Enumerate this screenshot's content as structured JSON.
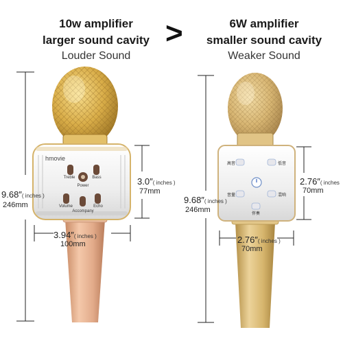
{
  "left": {
    "line1": "10w amplifier",
    "line2": "larger sound cavity",
    "line3": "Louder Sound",
    "brand": "hmovie",
    "buttons": [
      "Treble",
      "Bass",
      "Power",
      "Volume",
      "Echo",
      "Accompany"
    ],
    "height_in": "9.68″",
    "height_unit": "( inches )",
    "height_mm": "246mm",
    "head_in": "3.0″",
    "head_unit": "( inches )",
    "head_mm": "77mm",
    "width_in": "3.94″",
    "width_unit": "( inches )",
    "width_mm": "100mm"
  },
  "comparator": ">",
  "right": {
    "line1": "6W  amplifier",
    "line2": "smaller sound cavity",
    "line3": "Weaker Sound",
    "buttons": [
      "高音",
      "低音",
      "音量",
      "混响",
      "伴奏"
    ],
    "height_in": "9.68″",
    "height_unit": "( inches )",
    "height_mm": "246mm",
    "head_in": "2.76″",
    "head_unit": "( inches",
    "head_mm": "70mm",
    "width_in": "2.76″",
    "width_unit": "( inches )",
    "width_mm": "70mm"
  },
  "colors": {
    "gold": "#d9ad48",
    "rose_gold": "#e2ab8a",
    "champagne": "#d8b673",
    "white_body": "#f4f4f4"
  }
}
